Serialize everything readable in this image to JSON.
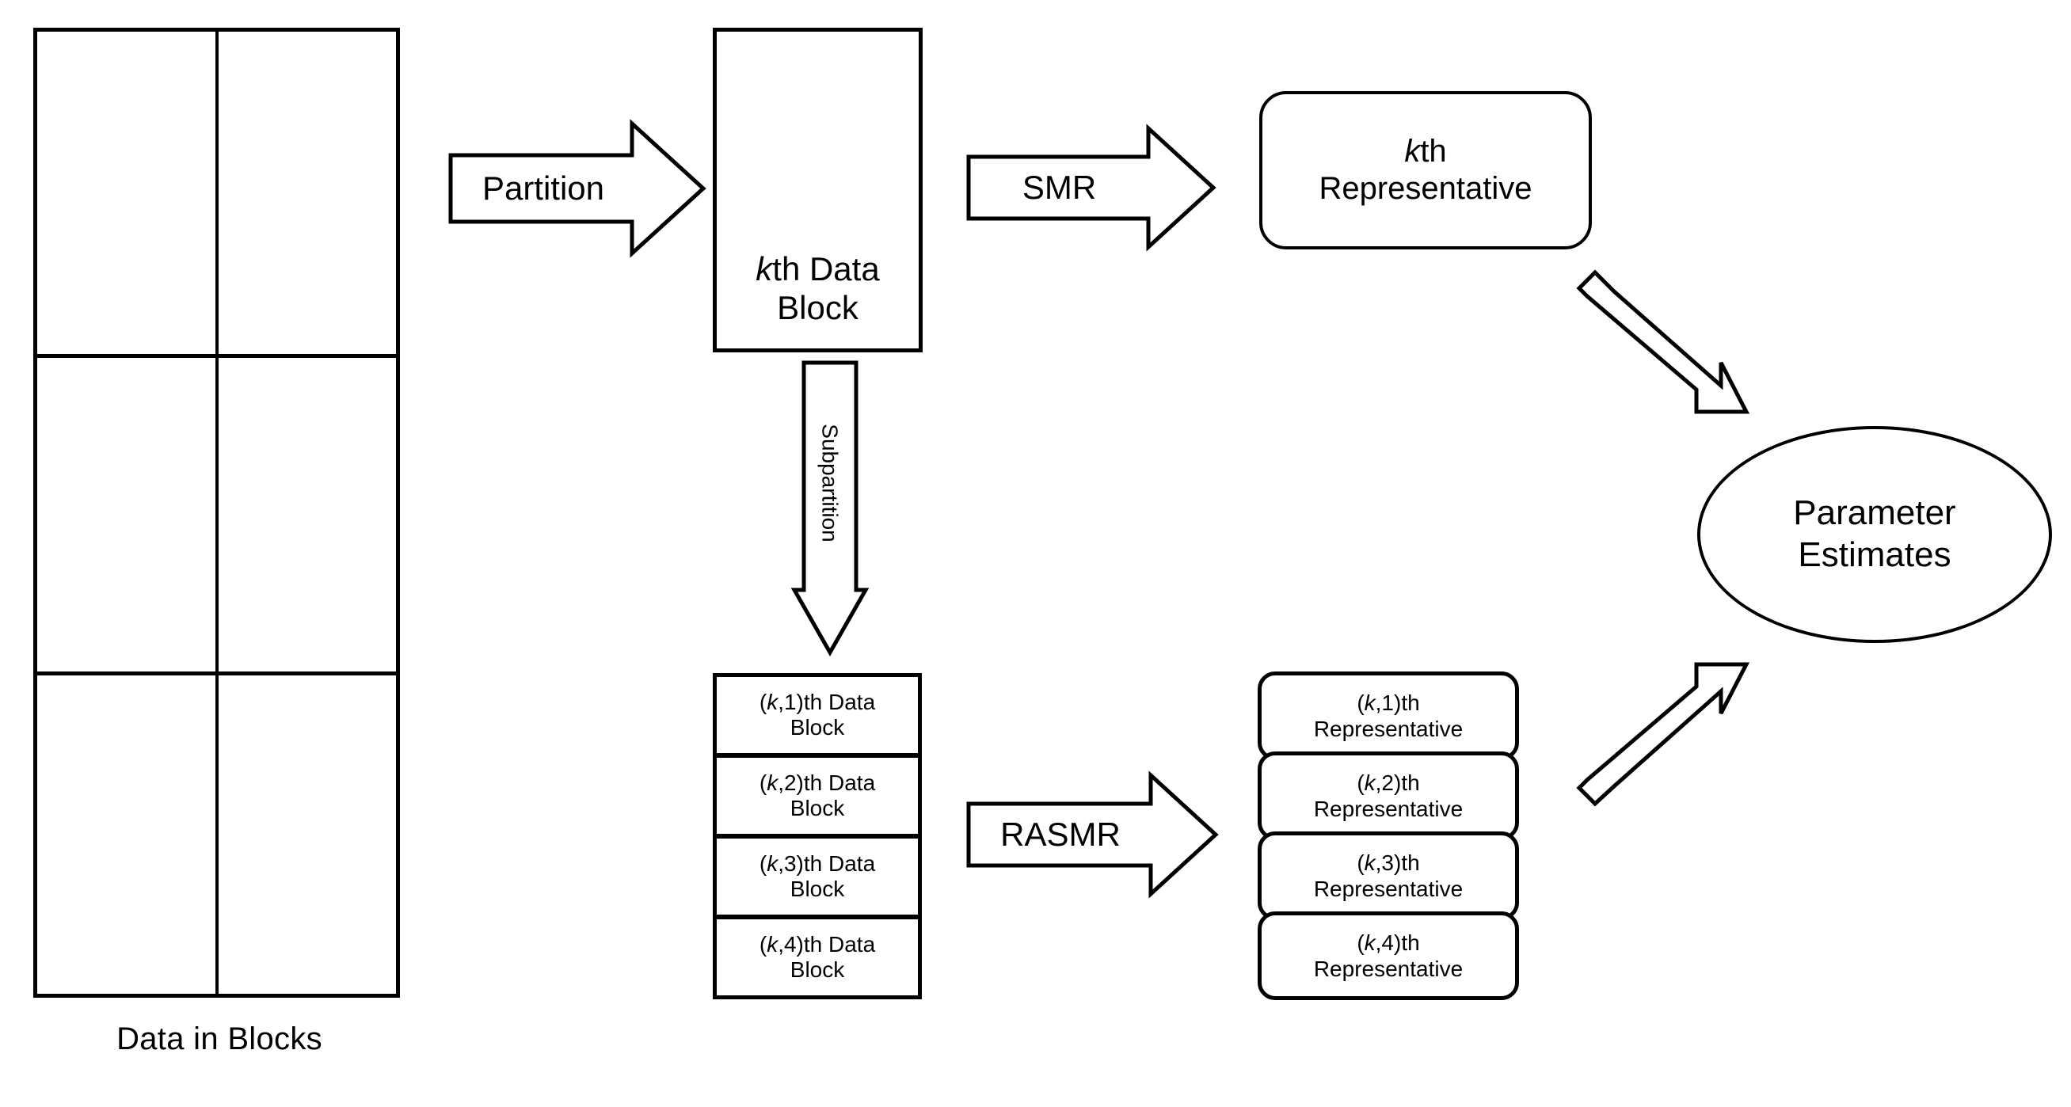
{
  "diagram": {
    "title": "Distributed SMR / RASMR parameter estimation flow",
    "stroke_color": "#000000",
    "background_color": "#ffffff"
  },
  "data_grid": {
    "caption": "Data in Blocks",
    "rows": 3,
    "columns": 2,
    "cells": [
      "",
      "",
      "",
      "",
      "",
      ""
    ]
  },
  "kth_data_block": {
    "line1_italic": "k",
    "line1_rest": "th Data",
    "line2": "Block"
  },
  "kth_representative": {
    "line1_italic": "k",
    "line1_rest": "th",
    "line2": "Representative"
  },
  "arrows": {
    "partition": "Partition",
    "smr": "SMR",
    "rasmr": "RASMR",
    "subpartition": "Subpartition"
  },
  "sub_blocks": [
    {
      "prefix": "(",
      "italic": "k",
      "suffix": ",1)th Data",
      "line2": "Block"
    },
    {
      "prefix": "(",
      "italic": "k",
      "suffix": ",2)th Data",
      "line2": "Block"
    },
    {
      "prefix": "(",
      "italic": "k",
      "suffix": ",3)th Data",
      "line2": "Block"
    },
    {
      "prefix": "(",
      "italic": "k",
      "suffix": ",4)th Data",
      "line2": "Block"
    }
  ],
  "representatives": [
    {
      "prefix": "(",
      "italic": "k",
      "suffix": ",1)th",
      "line2": "Representative"
    },
    {
      "prefix": "(",
      "italic": "k",
      "suffix": ",2)th",
      "line2": "Representative"
    },
    {
      "prefix": "(",
      "italic": "k",
      "suffix": ",3)th",
      "line2": "Representative"
    },
    {
      "prefix": "(",
      "italic": "k",
      "suffix": ",4)th",
      "line2": "Representative"
    }
  ],
  "parameter_estimates": {
    "line1": "Parameter",
    "line2": "Estimates"
  }
}
